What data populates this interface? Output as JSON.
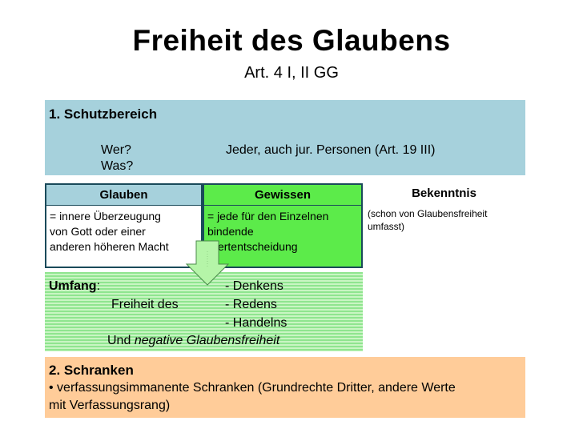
{
  "slide": {
    "title": "Freiheit des Glaubens",
    "subtitle": "Art. 4 I, II GG"
  },
  "schutzbereich": {
    "heading": "1.  Schutzbereich",
    "wer_label": "Wer?",
    "wer_value": "Jeder, auch jur. Personen (Art. 19 III)",
    "was_label": "Was?"
  },
  "columns": [
    {
      "header": "Glauben",
      "body": [
        "= innere Überzeugung",
        "von Gott oder einer",
        "anderen höheren Macht"
      ]
    },
    {
      "header": "Gewissen",
      "body": [
        "= jede für den Einzelnen",
        "bindende",
        "Wertentscheidung"
      ]
    },
    {
      "header": "Bekenntnis",
      "body": [
        "(schon von Glaubensfreiheit",
        "umfasst)"
      ]
    }
  ],
  "umfang": {
    "label": "Umfang",
    "colon": ":",
    "freiheit_des": "Freiheit des",
    "items": [
      "- Denkens",
      "- Redens",
      "- Handelns"
    ],
    "und": "Und",
    "negative": "negative Glaubensfreiheit"
  },
  "schranken": {
    "heading": "2.  Schranken",
    "bullet": "•",
    "line1": " verfassungsimmanente Schranken (Grundrechte Dritter, andere Werte",
    "line2": "mit Verfassungsrang)"
  },
  "colors": {
    "blue_box": "#a6d1dc",
    "green_box": "#5ceb4a",
    "orange_box": "#ffcc99",
    "arrow_fill": "#b5f5a8"
  }
}
